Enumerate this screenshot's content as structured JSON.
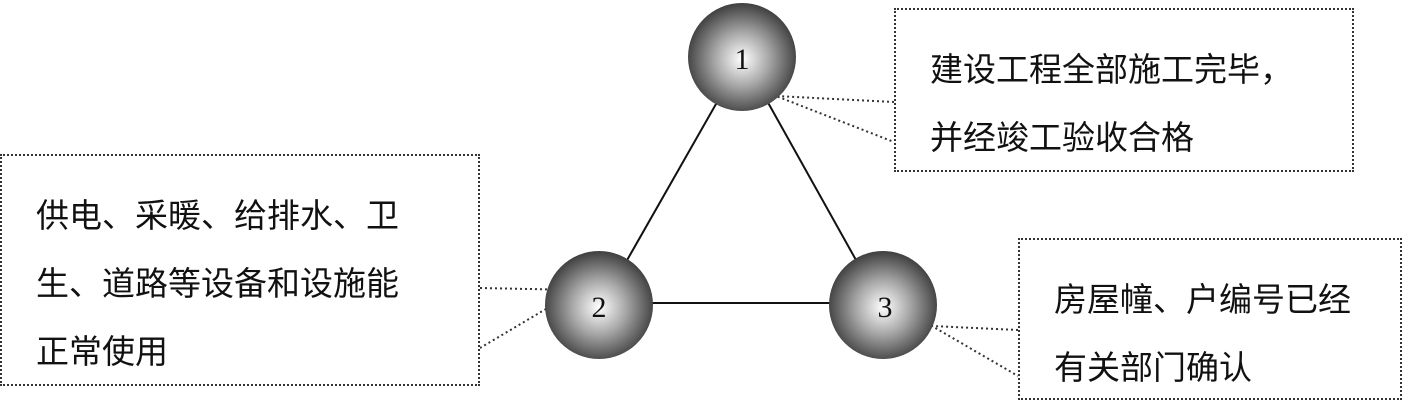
{
  "nodes": [
    {
      "id": "1",
      "label": "1"
    },
    {
      "id": "2",
      "label": "2"
    },
    {
      "id": "3",
      "label": "3"
    }
  ],
  "callouts": [
    {
      "node": "1",
      "lines": [
        "建设工程全部施工完毕，",
        "并经竣工验收合格"
      ]
    },
    {
      "node": "2",
      "lines": [
        "供电、采暖、给排水、卫",
        "生、道路等设备和设施能",
        "正常使用"
      ]
    },
    {
      "node": "3",
      "lines": [
        "房屋幢、户编号已经",
        "有关部门确认"
      ]
    }
  ],
  "colors": {
    "sphere_light": "#ffffff",
    "sphere_mid": "#9a9a9a",
    "sphere_dark": "#3a3a3a",
    "border": "#333333"
  }
}
